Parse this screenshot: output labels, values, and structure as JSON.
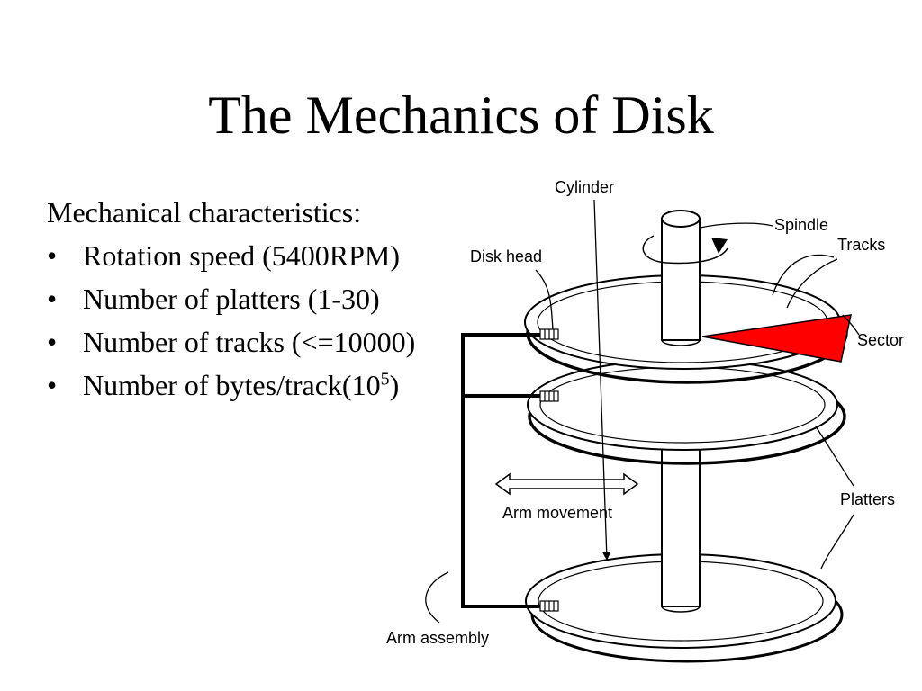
{
  "title": "The Mechanics of Disk",
  "content": {
    "heading": "Mechanical characteristics:",
    "bullet_glyph": "•",
    "bullets": [
      {
        "text": "Rotation speed (5400RPM)"
      },
      {
        "text": "Number of platters (1-30)"
      },
      {
        "text": "Number of tracks (<=10000)"
      },
      {
        "text": "Number of bytes/track(10",
        "sup": "5",
        "after": ")"
      }
    ]
  },
  "diagram": {
    "labels": {
      "cylinder": "Cylinder",
      "spindle": "Spindle",
      "tracks": "Tracks",
      "disk_head": "Disk head",
      "sector": "Sector",
      "platters": "Platters",
      "arm_movement": "Arm movement",
      "arm_assembly": "Arm assembly"
    },
    "colors": {
      "sector": "#ff0000",
      "line": "#000000"
    }
  }
}
